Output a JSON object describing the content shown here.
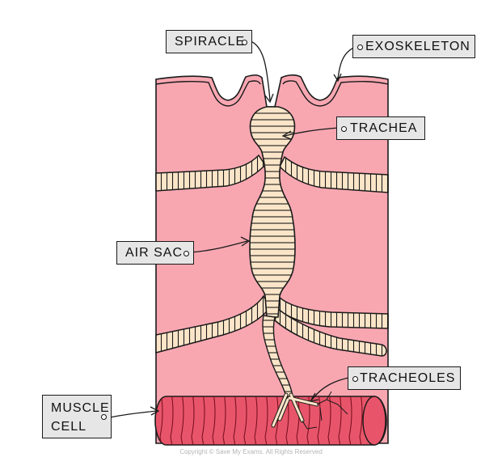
{
  "labels": {
    "spiracle": "SPIRACLE",
    "exoskeleton": "EXOSKELETON",
    "trachea": "TRACHEA",
    "air_sac": "AIR SAC",
    "tracheoles": "TRACHEOLES",
    "muscle_cell_line1": "MUSCLE",
    "muscle_cell_line2": "CELL"
  },
  "copyright": "Copyright © Save My Exams. All Rights Reserved",
  "colors": {
    "body_tissue": "#f8a7b1",
    "trachea_fill": "#fbe5c8",
    "muscle": "#e8556a",
    "label_bg": "#e6e6e6",
    "outline": "#1a1a1a"
  }
}
